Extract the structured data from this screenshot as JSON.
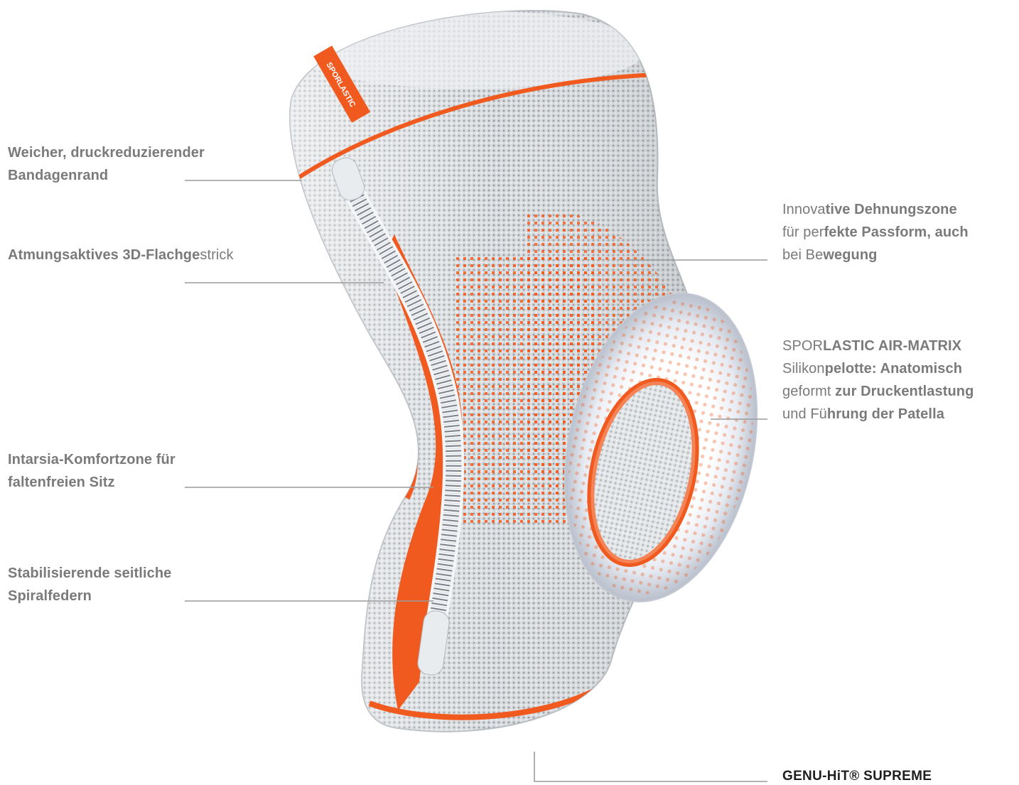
{
  "brand": {
    "logo_text": "SPORLASTIC",
    "accent": "#f05a1e",
    "knit_grey": "#c9ccd0",
    "text_grey": "#7a7a7a",
    "leader_grey": "#9a9a9a"
  },
  "callouts": {
    "rim": {
      "line1": "Weicher, druckreduzierender",
      "line2": "Bandagenrand"
    },
    "knit": {
      "pre": "Atmungsaktives 3D-Flachge",
      "post": "strick"
    },
    "intarsia": {
      "line1": "Intarsia-Komfortzone für",
      "line2": "faltenfreien Sitz"
    },
    "springs": {
      "line1": "Stabilisierende seitliche",
      "line2": "Spiralfedern"
    },
    "stretch": {
      "l1a": "Innova",
      "l1b": "tive Dehnungszone",
      "l2a": "für per",
      "l2b": "fekte Passform, auch",
      "l3a": "bei Be",
      "l3b": "wegung"
    },
    "pad": {
      "l1a": "SPOR",
      "l1b": "LASTIC AIR-MATRIX",
      "l2a": "Silikon",
      "l2b": "pelotte: Anatomisch",
      "l3a": "geformt ",
      "l3b": "zur Druckentlastung",
      "l4a": "und Fü",
      "l4b": "hrung der Patella"
    }
  },
  "product": {
    "name": "GENU-HiT® SUPREME"
  }
}
